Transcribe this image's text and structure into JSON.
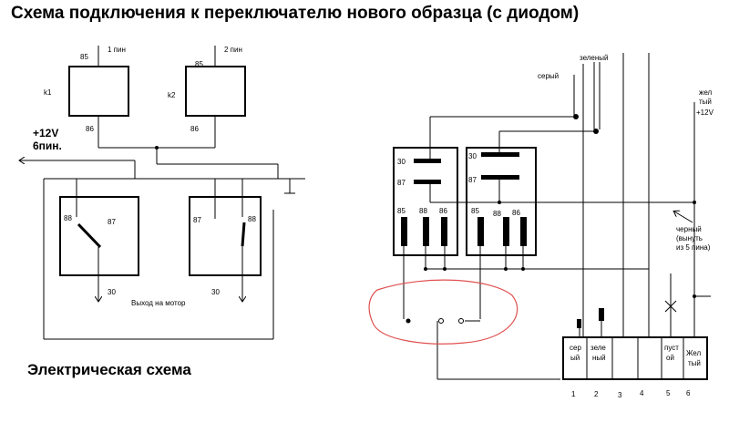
{
  "title": "Схема подключения к переключателю нового образца (с диодом)",
  "subtitle": "Электрическая схема",
  "left": {
    "relay_k1": "k1",
    "relay_k2": "k2",
    "pin1": "1 пин",
    "pin2": "2 пин",
    "k1_85": "85",
    "k1_86": "86",
    "k2_85": "85",
    "k2_86": "86",
    "supply_a": "+12V",
    "supply_b": "6пин.",
    "s1_88": "88",
    "s1_87": "87",
    "s2_87": "87",
    "s2_88": "88",
    "s1_30": "30",
    "s2_30": "30",
    "motor": "Выход на мотор"
  },
  "right": {
    "wire_gray": "серый",
    "wire_green": "зеленый",
    "yellow_a": "жел",
    "yellow_b": "тый",
    "yellow_c": "+12V",
    "black_a": "черный",
    "black_b": "(вынуть",
    "black_c": "из 5 пина)",
    "r1_30": "30",
    "r1_87": "87",
    "r1_85": "85",
    "r1_88": "88",
    "r1_86": "86",
    "r2_30": "30",
    "r2_87": "87",
    "r2_85": "85",
    "r2_88": "88",
    "r2_86": "86",
    "conn": [
      {
        "a": "сер",
        "b": "ый",
        "n": "1"
      },
      {
        "a": "зеле",
        "b": "ный",
        "n": "2"
      },
      {
        "a": "",
        "b": "",
        "n": "3"
      },
      {
        "a": "",
        "b": "",
        "n": "4"
      },
      {
        "a": "пуст",
        "b": "ой",
        "n": "5"
      },
      {
        "a": "Жел",
        "b": "тый",
        "n": "6"
      }
    ]
  },
  "colors": {
    "line": "#000000",
    "highlight": "#e05050"
  }
}
